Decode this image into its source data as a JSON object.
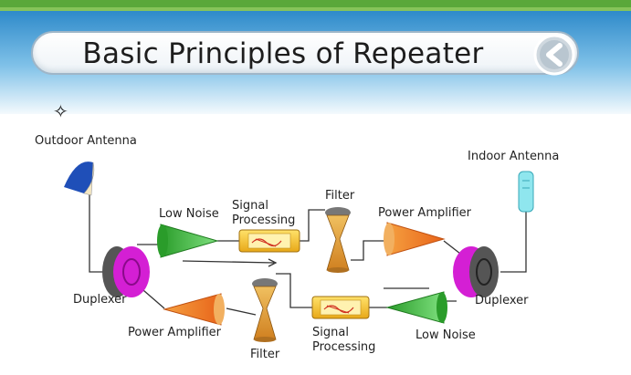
{
  "slide": {
    "title": "Basic Principles of Repeater",
    "back_icon": "back-arrow-icon",
    "bullet_icon": "four-point-star-icon"
  },
  "diagram": {
    "labels": {
      "outdoor_antenna": "Outdoor Antenna",
      "indoor_antenna": "Indoor Antenna",
      "duplexer_left": "Duplexer",
      "duplexer_right": "Duplexer",
      "low_noise_top": "Low Noise",
      "low_noise_bottom": "Low Noise",
      "signal_processing_top": "Signal\nProcessing",
      "signal_processing_bottom": "Signal\nProcessing",
      "filter_top": "Filter",
      "filter_bottom": "Filter",
      "power_amplifier_top": "Power Amplifier",
      "power_amplifier_bottom": "Power Amplifier"
    },
    "colors": {
      "duplexer": "#d41fd4",
      "low_noise": "#3fc93f",
      "power_amplifier": "#f07a18",
      "signal_processing": "#f5c518",
      "filter": "#e0a030",
      "outdoor_antenna": "#1f4fb8",
      "indoor_antenna": "#7fe0e8"
    }
  }
}
